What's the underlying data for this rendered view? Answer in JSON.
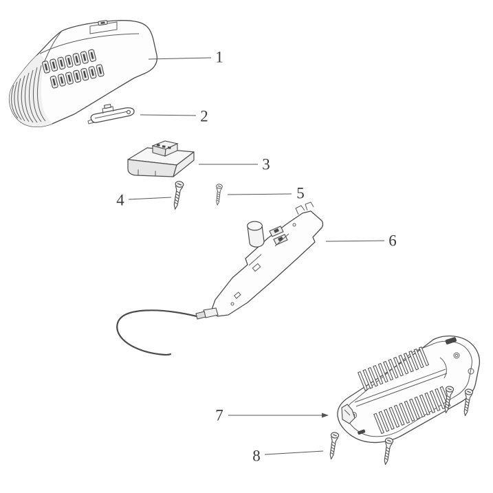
{
  "diagram": {
    "type": "exploded-parts-diagram",
    "background_color": "#ffffff",
    "line_color": "#4a4a4a",
    "label_color": "#3a3a3a",
    "callouts": [
      {
        "label": "1",
        "part": "upper-housing-cover"
      },
      {
        "label": "2",
        "part": "latch-lever"
      },
      {
        "label": "3",
        "part": "connector-block"
      },
      {
        "label": "4",
        "part": "screw"
      },
      {
        "label": "5",
        "part": "small-screw"
      },
      {
        "label": "6",
        "part": "circuit-board-with-power-cord"
      },
      {
        "label": "7",
        "part": "lower-housing"
      },
      {
        "label": "8",
        "part": "housing-screws"
      }
    ]
  }
}
